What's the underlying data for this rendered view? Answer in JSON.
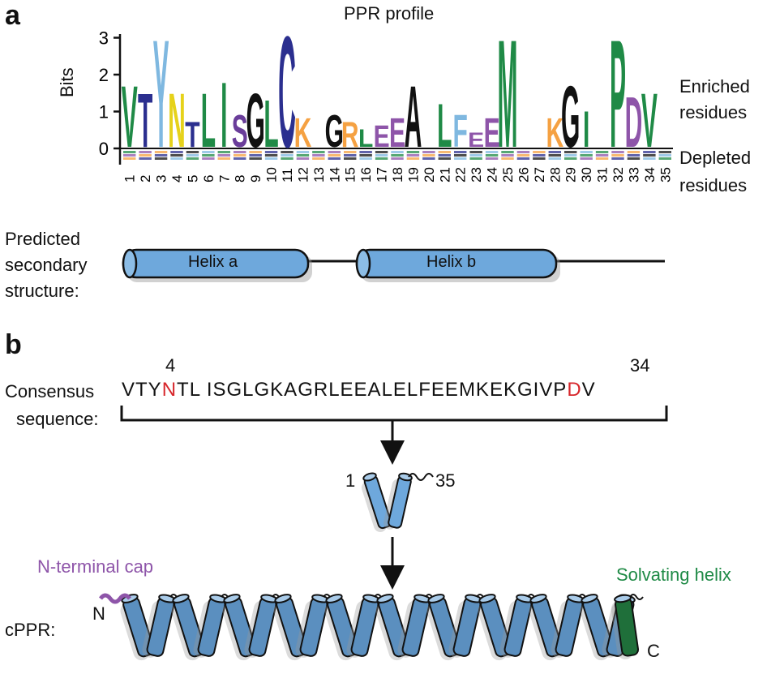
{
  "panel_a": {
    "letter": "a",
    "title": "PPR profile",
    "y_label": "Bits",
    "y_ticks": [
      "3",
      "2",
      "1",
      "0"
    ],
    "enriched": [
      "Enriched",
      "residues"
    ],
    "depleted": [
      "Depleted",
      "residues"
    ],
    "positions": [
      "1",
      "2",
      "3",
      "4",
      "5",
      "6",
      "7",
      "8",
      "9",
      "10",
      "11",
      "12",
      "13",
      "14",
      "15",
      "16",
      "17",
      "18",
      "19",
      "20",
      "21",
      "22",
      "23",
      "24",
      "25",
      "26",
      "27",
      "28",
      "29",
      "30",
      "31",
      "32",
      "33",
      "34",
      "35"
    ],
    "logo_tops": [
      {
        "pos": 1,
        "letter": "V",
        "bits": 1.7,
        "color": "#1f8a46"
      },
      {
        "pos": 2,
        "letter": "T",
        "bits": 1.5,
        "color": "#2b2f8f"
      },
      {
        "pos": 3,
        "letter": "Y",
        "bits": 3.0,
        "color": "#7fb8e0"
      },
      {
        "pos": 4,
        "letter": "N",
        "bits": 1.5,
        "color": "#e6d21a"
      },
      {
        "pos": 5,
        "letter": "T",
        "bits": 0.7,
        "color": "#2b2f8f"
      },
      {
        "pos": 6,
        "letter": "L",
        "bits": 1.5,
        "color": "#1f8a46"
      },
      {
        "pos": 7,
        "letter": "I",
        "bits": 1.8,
        "color": "#1f8a46"
      },
      {
        "pos": 8,
        "letter": "S",
        "bits": 0.9,
        "color": "#6a3d9a"
      },
      {
        "pos": 9,
        "letter": "G",
        "bits": 1.5,
        "color": "#111111"
      },
      {
        "pos": 10,
        "letter": "L",
        "bits": 1.3,
        "color": "#1f8a46"
      },
      {
        "pos": 11,
        "letter": "C",
        "bits": 3.1,
        "color": "#2b2f8f"
      },
      {
        "pos": 12,
        "letter": "K",
        "bits": 0.8,
        "color": "#f5a142"
      },
      {
        "pos": 14,
        "letter": "G",
        "bits": 0.9,
        "color": "#111111"
      },
      {
        "pos": 15,
        "letter": "R",
        "bits": 0.7,
        "color": "#f5a142"
      },
      {
        "pos": 16,
        "letter": "L",
        "bits": 0.5,
        "color": "#1f8a46"
      },
      {
        "pos": 17,
        "letter": "E",
        "bits": 0.6,
        "color": "#8e55a9"
      },
      {
        "pos": 18,
        "letter": "E",
        "bits": 0.8,
        "color": "#8e55a9"
      },
      {
        "pos": 19,
        "letter": "A",
        "bits": 1.7,
        "color": "#111111"
      },
      {
        "pos": 21,
        "letter": "L",
        "bits": 1.2,
        "color": "#1f8a46"
      },
      {
        "pos": 22,
        "letter": "F",
        "bits": 0.9,
        "color": "#7fb8e0"
      },
      {
        "pos": 23,
        "letter": "E",
        "bits": 0.4,
        "color": "#8e55a9"
      },
      {
        "pos": 24,
        "letter": "E",
        "bits": 0.8,
        "color": "#8e55a9"
      },
      {
        "pos": 25,
        "letter": "M",
        "bits": 3.0,
        "color": "#1f8a46"
      },
      {
        "pos": 28,
        "letter": "K",
        "bits": 0.8,
        "color": "#f5a142"
      },
      {
        "pos": 29,
        "letter": "G",
        "bits": 1.7,
        "color": "#111111"
      },
      {
        "pos": 30,
        "letter": "I",
        "bits": 1.0,
        "color": "#1f8a46"
      },
      {
        "pos": 32,
        "letter": "P",
        "bits": 3.0,
        "color": "#1f8a46"
      },
      {
        "pos": 33,
        "letter": "D",
        "bits": 1.4,
        "color": "#8e55a9"
      },
      {
        "pos": 34,
        "letter": "V",
        "bits": 1.5,
        "color": "#1f8a46"
      }
    ],
    "secondary_label": [
      "Predicted",
      "secondary",
      "structure:"
    ],
    "helix_a": "Helix a",
    "helix_b": "Helix b"
  },
  "panel_b": {
    "letter": "b",
    "consensus_label": [
      "Consensus",
      "sequence:"
    ],
    "marker_4": "4",
    "marker_34": "34",
    "seq_part1": "VTY",
    "seq_highlight1": "N",
    "seq_part2": "TL ISGLGKAGRLEEALELFEEMKEKGIVP",
    "seq_highlight2": "D",
    "seq_part3": "V",
    "highlight_color": "#d7262b",
    "motif_start": "1",
    "motif_end": "35",
    "n_cap_label": "N-terminal cap",
    "n_cap_color": "#8e55a9",
    "solvating_label": "Solvating helix",
    "solvating_color": "#1f8a46",
    "n_letter": "N",
    "c_letter": "C",
    "cppr_label": "cPPR:"
  }
}
